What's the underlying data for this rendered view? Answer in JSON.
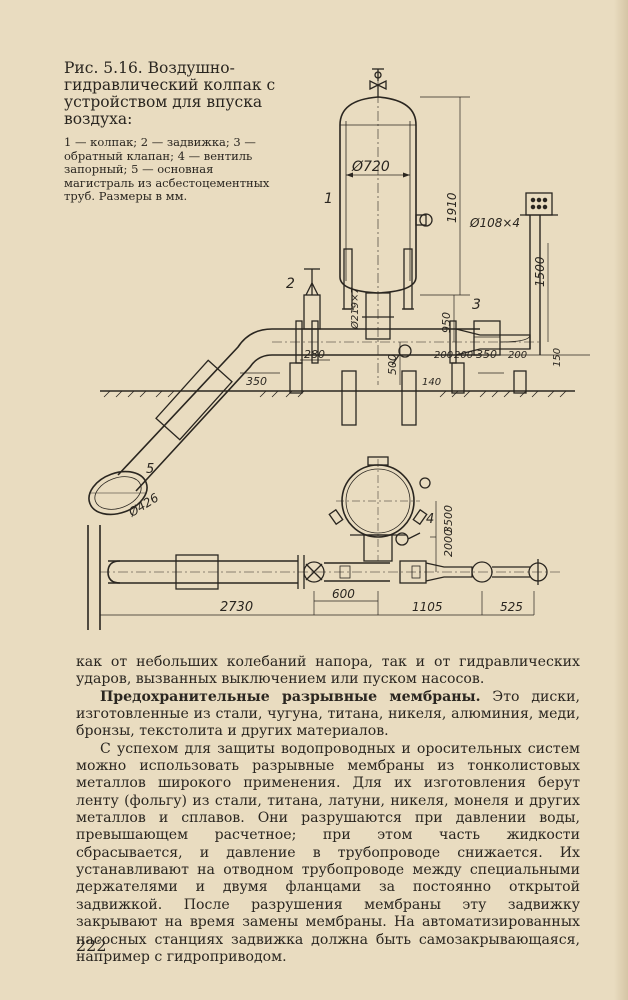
{
  "figure": {
    "caption_title": "Рис. 5.16. Воздушно-гидравлический колпак с устройством для впуска воздуха:",
    "caption_legend": "1 — колпак; 2 — задвижка; 3 — обратный клапан; 4 — вентиль запорный; 5 — основная магистраль из асбестоцементных труб. Размеры в мм.",
    "labels": {
      "callout_1": "1",
      "callout_2": "2",
      "callout_3": "3",
      "callout_4": "4",
      "callout_5": "5",
      "diam_720": "Ø720",
      "diam_219": "Ø219×7",
      "diam_108": "Ø108×4",
      "diam_426": "Ø426",
      "dim_1910": "1910",
      "dim_1500": "1500",
      "dim_950": "950",
      "dim_500": "500",
      "dim_280": "280",
      "dim_350_left": "350",
      "dim_140": "140",
      "dim_200_a": "200",
      "dim_200_b": "200",
      "dim_350_right": "350",
      "dim_200_c": "200",
      "dim_150": "150",
      "dim_3500": "3500",
      "dim_2000": "2000",
      "dim_2730": "2730",
      "dim_600": "600",
      "dim_1105": "1105",
      "dim_525": "525"
    }
  },
  "body": {
    "para1": "как от небольших колебаний напора, так и от гидравлических ударов, вызванных выключением или пуском насосов.",
    "para2_heading": "Предохранительные разрывные мембраны.",
    "para2_rest": " Это диски, изготовленные из стали, чугуна, титана, никеля, алюминия, меди, бронзы, текстолита и других материалов.",
    "para3": "С успехом для защиты водопроводных и оросительных систем можно использовать разрывные мембраны из тонколистовых металлов широкого применения. Для их изготовления берут ленту (фольгу) из стали, титана, латуни, никеля, монеля и других металлов и сплавов. Они разрушаются при давлении воды, превышающем расчетное; при этом часть жидкости сбрасывается, и давление в трубопроводе снижается. Их устанавливают на отводном трубопроводе между специальными держателями и двумя фланцами за постоянно открытой задвижкой. После разрушения мембраны эту задвижку закрывают на время замены мембраны. На автоматизированных насосных станциях задвижка должна быть самозакрывающаяся, например с гидроприводом."
  },
  "page_number": "222"
}
